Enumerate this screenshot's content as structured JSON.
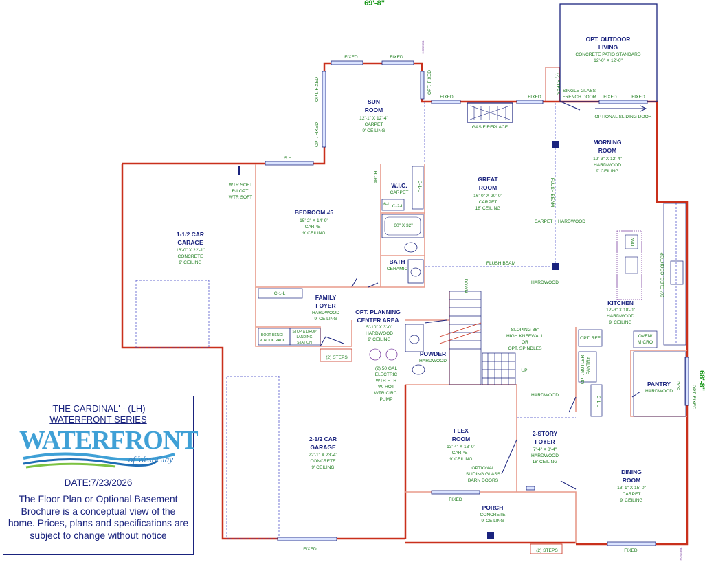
{
  "overall_width": "69'-8\"",
  "overall_depth": "68'-8\"",
  "rooms": {
    "outdoor_living": {
      "name1": "OPT. OUTDOOR",
      "name2": "LIVING",
      "d1": "CONCRETE PATIO STANDARD",
      "d2": "12'-0\" X 12'-0\""
    },
    "sun_room": {
      "name1": "SUN",
      "name2": "ROOM",
      "d1": "12'-1\" X 12'-4\"",
      "d2": "CARPET",
      "d3": "9' CEILING"
    },
    "morning_room": {
      "name1": "MORNING",
      "name2": "ROOM",
      "d1": "12'-3\" X 12'-4\"",
      "d2": "HARDWOOD",
      "d3": "9' CEILING"
    },
    "great_room": {
      "name1": "GREAT",
      "name2": "ROOM",
      "d1": "16'-0\" X 20'-0\"",
      "d2": "CARPET",
      "d3": "18' CEILING"
    },
    "garage_small": {
      "name1": "1-1/2 CAR",
      "name2": "GARAGE",
      "d1": "16'-0\" X 22'-1\"",
      "d2": "CONCRETE",
      "d3": "9' CEILING"
    },
    "bedroom5": {
      "name": "BEDROOM #5",
      "d1": "15'-2\" X 14'-9\"",
      "d2": "CARPET",
      "d3": "9' CEILING"
    },
    "wic": {
      "name": "W.I.C.",
      "d1": "CARPET"
    },
    "bath": {
      "name": "BATH",
      "d1": "CERAMIC"
    },
    "family_foyer": {
      "name1": "FAMILY",
      "name2": "FOYER",
      "d1": "HARDWOOD",
      "d2": "9' CEILING"
    },
    "planning": {
      "name1": "OPT. PLANNING",
      "name2": "CENTER AREA",
      "d1": "5'-10\" X 3'-0\"",
      "d2": "HARDWOOD",
      "d3": "9' CEILING"
    },
    "powder": {
      "name": "POWDER",
      "d1": "HARDWOOD"
    },
    "kitchen": {
      "name": "KITCHEN",
      "d1": "12'-3\" X 18'-0\"",
      "d2": "HARDWOOD",
      "d3": "9' CEILING"
    },
    "pantry": {
      "name": "PANTRY",
      "d1": "HARDWOOD"
    },
    "garage_large": {
      "name1": "2-1/2 CAR",
      "name2": "GARAGE",
      "d1": "22'-1\" X 23'-4\"",
      "d2": "CONCRETE",
      "d3": "9' CEILING"
    },
    "flex": {
      "name1": "FLEX",
      "name2": "ROOM",
      "d1": "13'-4\" X 13'-0\"",
      "d2": "CARPET",
      "d3": "9' CEILING"
    },
    "foyer": {
      "name1": "2-STORY",
      "name2": "FOYER",
      "d1": "7'-4\" X 8'-4\"",
      "d2": "HARDWOOD",
      "d3": "18' CEILING"
    },
    "dining": {
      "name1": "DINING",
      "name2": "ROOM",
      "d1": "13'-1\" X 15'-0\"",
      "d2": "CARPET",
      "d3": "9' CEILING"
    },
    "porch": {
      "name": "PORCH",
      "d1": "CONCRETE",
      "d2": "9' CEILING"
    }
  },
  "annotations": {
    "fixed": "FIXED",
    "opt_fixed": "OPT. FIXED",
    "steps": "(2) STEPS",
    "sh": "S.H.",
    "gas_fireplace": "GAS FIREPLACE",
    "french_door": "SINGLE GLASS",
    "french_door2": "FRENCH DOOR",
    "sliding_door": "OPTIONAL SLIDING DOOR",
    "flush_beam": "FLUSH BEAM",
    "carpet": "CARPET",
    "hardwood": "HARDWOOD",
    "wtr_soft1": "WTR SOFT",
    "wtr_soft2": "R/I  OPT.",
    "wtr_soft3": "WTR SOFT",
    "arch": "ARCH",
    "c1l": "C-1-L",
    "c2l": "C-2-L",
    "sixl": "6-L",
    "tub": "60\" X 32\"",
    "boot1": "BOOT BENCH",
    "boot2": "& HOOK RACK",
    "stop1": "STOP & DROP",
    "stop2": "LANDING",
    "stop3": "STATION",
    "wh1": "(2) 50 GAL",
    "wh2": "ELECTRIC",
    "wh3": "WTR HTR",
    "wh4": "W/ HOT",
    "wh5": "WTR CIRC.",
    "wh6": "PUMP",
    "down": "DOWN",
    "up": "UP",
    "knee1": "SLOPING 36\"",
    "knee2": "HIGH KNEEWALL",
    "knee3": "OR",
    "knee4": "OPT. SPINDLES",
    "opt_ref": "OPT. REF",
    "butler1": "OPT. BUTLER",
    "butler2": "PANTRY",
    "oven1": "OVEN/",
    "oven2": "MICRO",
    "cooktop": "36\" ELEC. COOKTOP",
    "dw": "D/W",
    "p6l": "P-6-L",
    "barn1": "OPTIONAL",
    "barn2": "SLIDING GLASS",
    "barn3": "BARN DOORS",
    "hose": "HOSE BIB"
  },
  "legend": {
    "title1": "'THE CARDINAL' - (LH)",
    "title2": "WATERFRONT SERIES",
    "logo_main": "WATERFRONT",
    "logo_sub": "of West Clay",
    "date": "DATE:7/23/2026",
    "notice": "The Floor Plan or Optional Basement Brochure is a conceptual view of the home.  Prices, plans and specifications are subject to change without notice"
  },
  "colors": {
    "wall": "#c9301c",
    "wall_fill": "#f3c9bf",
    "fixture": "#1a237e",
    "label": "#1a237e",
    "detail": "#1e7d1e",
    "dimension": "#1e9a1e"
  }
}
